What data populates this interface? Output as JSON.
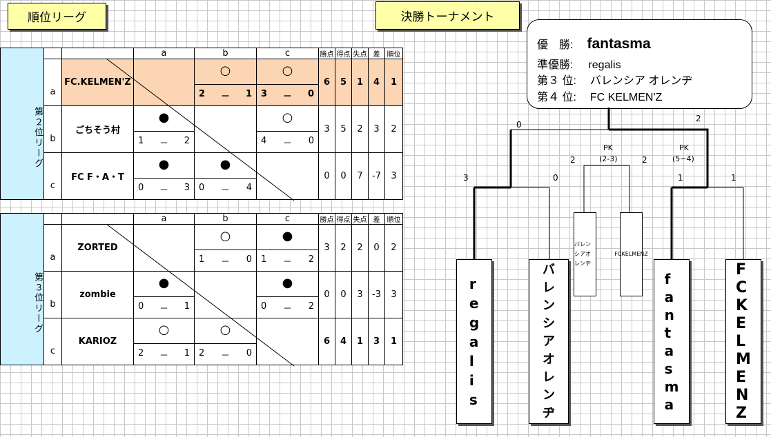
{
  "titles": {
    "league": "順位リーグ",
    "tournament": "決勝トーナメント"
  },
  "headers": [
    "a",
    "b",
    "c",
    "勝点",
    "得点",
    "失点",
    "差",
    "順位"
  ],
  "leagues": [
    {
      "side": "第２位リーグ",
      "rows": [
        {
          "label": "a",
          "team": "FC.KELMEN'Z",
          "cells": [
            null,
            {
              "mark": "○",
              "l": "2",
              "r": "1"
            },
            {
              "mark": "○",
              "l": "3",
              "r": "0"
            }
          ],
          "stats": [
            "6",
            "5",
            "1",
            "4",
            "1"
          ]
        },
        {
          "label": "b",
          "team": "ごちそう村",
          "cells": [
            {
              "mark": "●",
              "l": "1",
              "r": "2"
            },
            null,
            {
              "mark": "○",
              "l": "4",
              "r": "0"
            }
          ],
          "stats": [
            "3",
            "5",
            "2",
            "3",
            "2"
          ]
        },
        {
          "label": "c",
          "team": "FC F・A・T",
          "cells": [
            {
              "mark": "●",
              "l": "0",
              "r": "3"
            },
            {
              "mark": "●",
              "l": "0",
              "r": "4"
            },
            null
          ],
          "stats": [
            "0",
            "0",
            "7",
            "-7",
            "3"
          ]
        }
      ]
    },
    {
      "side": "第３位リーグ",
      "rows": [
        {
          "label": "a",
          "team": "ZORTED",
          "cells": [
            null,
            {
              "mark": "○",
              "l": "1",
              "r": "0"
            },
            {
              "mark": "●",
              "l": "1",
              "r": "2"
            }
          ],
          "stats": [
            "3",
            "2",
            "2",
            "0",
            "2"
          ]
        },
        {
          "label": "b",
          "team": "zombie",
          "cells": [
            {
              "mark": "●",
              "l": "0",
              "r": "1"
            },
            null,
            {
              "mark": "●",
              "l": "0",
              "r": "2"
            }
          ],
          "stats": [
            "0",
            "0",
            "3",
            "-3",
            "3"
          ]
        },
        {
          "label": "c",
          "team": "KARIOZ",
          "cells": [
            {
              "mark": "○",
              "l": "2",
              "r": "1"
            },
            {
              "mark": "○",
              "l": "2",
              "r": "0"
            },
            null
          ],
          "stats": [
            "6",
            "4",
            "1",
            "3",
            "1"
          ]
        }
      ]
    }
  ],
  "dash": "－",
  "results": {
    "champion_label": "優　勝:",
    "champion": "fantasma",
    "runner_label": "準優勝:",
    "runner": "regalis",
    "third_label": "第３ 位:",
    "third": "バレンシア オレンヂ",
    "fourth_label": "第４ 位:",
    "fourth": "FC KELMEN'Z"
  },
  "bracket": {
    "final_left": "0",
    "final_right": "2",
    "semi1_left": "3",
    "semi1_right": "0",
    "semi2_left": "1",
    "semi2_right": "1",
    "third_left": "2",
    "third_right": "2",
    "pk1": "PK",
    "pk1_score": "(2-3)",
    "pk2": "PK",
    "pk2_score": "(5−4)",
    "teams": [
      "regalis",
      "バレンシアオレンヂ",
      "fantasma",
      "FCKELMENZ"
    ],
    "small_teams": [
      "バレンシアオレンヂ",
      "FCKELMENZ"
    ]
  }
}
